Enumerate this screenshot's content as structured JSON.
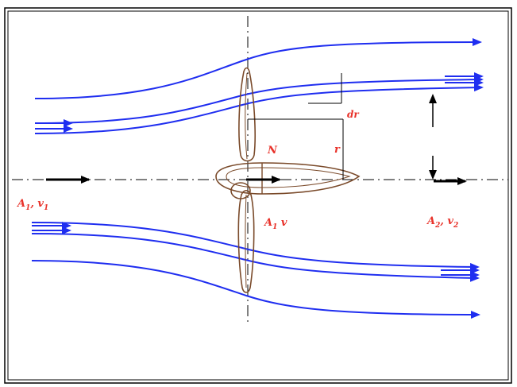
{
  "labels": {
    "dr": "dr",
    "r": "r",
    "N": "N",
    "inlet_a": "A",
    "inlet_a_sub": "1",
    "inlet_sep": ", v",
    "inlet_v_sub": "1",
    "disk_a": "A",
    "disk_a_sub": "1",
    "disk_v": " v",
    "outlet_a": "A",
    "outlet_a_sub": "2",
    "outlet_sep": ", v",
    "outlet_v_sub": "2"
  },
  "colors": {
    "streamline": "#1f2ef0",
    "propeller": "#7a4a2a",
    "label": "#e8322a",
    "frame": "#000000"
  }
}
